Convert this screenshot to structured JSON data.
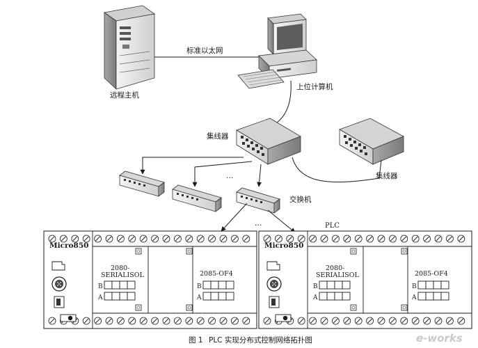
{
  "labels": {
    "ethernet": "标准以太网",
    "remote_host": "远程主机",
    "upper_computer": "上位计算机",
    "hub_main": "集线器",
    "hub_right": "集线器",
    "ellipsis_hubs": "…",
    "switch": "交换机",
    "ellipsis_plc": "…",
    "plc": "PLC"
  },
  "plc_units": [
    {
      "brand": "Micro850",
      "module_left": {
        "line1": "2080-",
        "line2": "SERIALISOL",
        "row_b": "B",
        "row_a": "A"
      },
      "module_right": {
        "line1": "2085-OF4",
        "row_b": "B",
        "row_a": "A"
      }
    },
    {
      "brand": "Micro850",
      "module_left": {
        "line1": "2080-",
        "line2": "SERIALISOL",
        "row_b": "B",
        "row_a": "A"
      },
      "module_right": {
        "line1": "2085-OF4",
        "row_b": "B",
        "row_a": "A"
      }
    }
  ],
  "caption": {
    "fig_no": "图 1",
    "title": "PLC 实现分布式控制网络拓扑图"
  },
  "watermark": "e-works",
  "colors": {
    "line": "#1a1a1a",
    "device_face": "#e6e6e6",
    "device_shade": "#9a9a9a",
    "watermark": "#c9c9c9"
  }
}
